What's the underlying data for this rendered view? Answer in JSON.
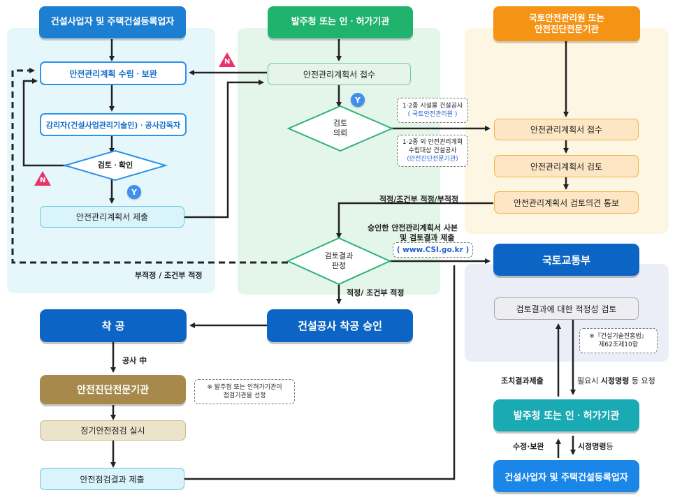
{
  "columns": {
    "contractor": "건설사업자 및 주택건설등록업자",
    "client": "발주청 또는 인ㆍ허가기관",
    "review_body": "국토안전관리원 또는\n안전진단전문기관"
  },
  "contractor_flow": {
    "plan": "안전관리계획 수립ㆍ보완",
    "supervisor": "감리자(건설사업관리기술인)ㆍ공사감독자",
    "check": "검토ㆍ확인",
    "submit": "안전관리계획서 제출"
  },
  "client_flow": {
    "receive": "안전관리계획서 접수",
    "request_line1": "검토",
    "request_line2": "의뢰",
    "result_line1": "검토결과",
    "result_line2": "판정",
    "approval": "건설공사 착공 승인"
  },
  "review_flow": {
    "receive": "안전관리계획서 접수",
    "review": "안전관리계획서 검토",
    "notify": "안전관리계획서 검토의견 통보"
  },
  "notes": {
    "class12_title": "1·2종 시설물 건설공사",
    "class12_org": "( 국토안전관리원 )",
    "other_title1": "1·2종 외 안전관리계획",
    "other_title2": "수립대상 건설공사",
    "other_org": "(안전진단전문기관)",
    "inspector": "※ 발주청 또는 인허가기관이\n점검기관을 선정",
    "law": "※『건설기술진흥법』\n제62조제10항"
  },
  "labels": {
    "n1": "N",
    "n2": "N",
    "y1": "Y",
    "y2": "Y",
    "suitability": "적정/조건부 적정/부적정",
    "unsuitable": "부적정 / 조건부 적정",
    "approved_copy1": "승인한 안전관리계획서 사본",
    "approved_copy2": "및 검토결과 제출",
    "website": "( www.CSI.go.kr )",
    "suitable": "적정/ 조건부 적정",
    "under_construction": "공사 中",
    "action_submit": "조치결과제출",
    "correction_if_needed_pre": "필요시 ",
    "correction_if_needed_bold": "시정명령",
    "correction_if_needed_post": " 등 요청",
    "revise": "수정·보완",
    "correction_order_bold": "시정명령",
    "correction_order_post": "등"
  },
  "bottom_flow": {
    "start": "착 공",
    "agency": "안전진단전문기관",
    "regular": "정기안전점검 실시",
    "result": "안전점검결과 제출"
  },
  "ministry_flow": {
    "ministry": "국토교통부",
    "check": "검토결과에 대한 적정성 검토",
    "client": "발주청 또는 인ㆍ허가기관",
    "contractor": "건설사업자 및 주택건설등록업자"
  }
}
